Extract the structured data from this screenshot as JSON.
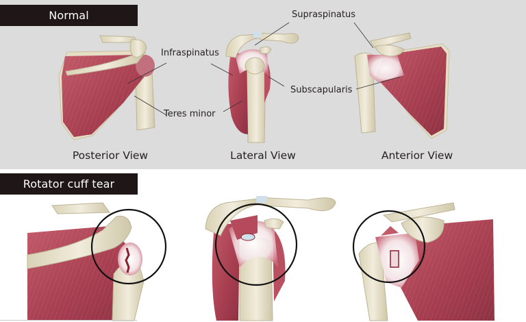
{
  "sections": {
    "normal": {
      "title": "Normal",
      "views": [
        {
          "caption": "Posterior View"
        },
        {
          "caption": "Lateral View"
        },
        {
          "caption": "Anterior View"
        }
      ],
      "labels": {
        "infraspinatus": "Infraspinatus",
        "teres_minor": "Teres minor",
        "supraspinatus": "Supraspinatus",
        "subscapularis": "Subscapularis"
      }
    },
    "tear": {
      "title": "Rotator cuff tear",
      "panels": [
        {
          "view": "posterior",
          "highlight": "circle"
        },
        {
          "view": "lateral",
          "highlight": "circle"
        },
        {
          "view": "anterior",
          "highlight": "circle"
        }
      ]
    }
  },
  "colors": {
    "top_background": "#dddcdc",
    "bottom_background": "#ffffff",
    "banner": "#1e1617",
    "muscle": "#b2495a",
    "bone": "#e8e2cc",
    "tendon": "#f4e8ea",
    "circle": "#111111"
  }
}
